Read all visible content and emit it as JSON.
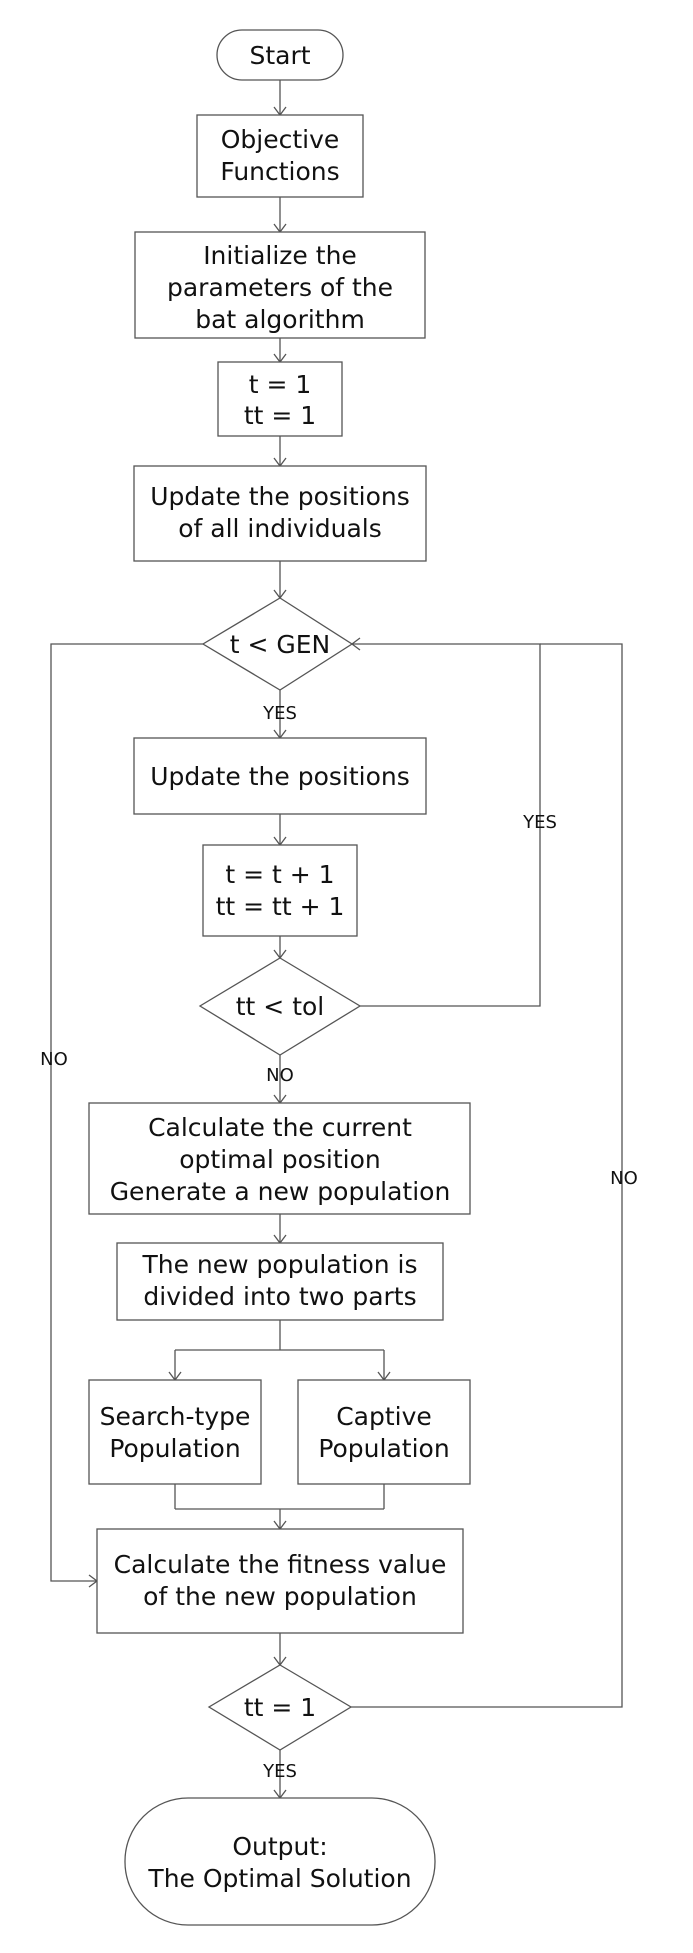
{
  "nodes": {
    "start": "Start",
    "objective_1": "Objective",
    "objective_2": "Functions",
    "init_1": "Initialize the",
    "init_2": "parameters of the",
    "init_3": "bat algorithm",
    "counter_1": "t = 1",
    "counter_2": "tt = 1",
    "update_all_1": "Update the positions",
    "update_all_2": "of all individuals",
    "cond_gen": "t < GEN",
    "update_pos": "Update the positions",
    "increment_1": "t = t + 1",
    "increment_2": "tt = tt + 1",
    "cond_tol": "tt < tol",
    "calc_1": "Calculate the current",
    "calc_2": "optimal position",
    "calc_3": "Generate a new population",
    "divide_1": "The new population is",
    "divide_2": "divided into two parts",
    "search_1": "Search-type",
    "search_2": "Population",
    "captive_1": "Captive",
    "captive_2": "Population",
    "fitness_1": "Calculate the fitness value",
    "fitness_2": "of the new population",
    "cond_tt": "tt = 1",
    "output_1": "Output:",
    "output_2": "The Optimal Solution"
  },
  "edges": {
    "gen_yes": "YES",
    "tol_yes": "YES",
    "tol_no": "NO",
    "gen_no": "NO",
    "tt_no": "NO",
    "tt_yes": "YES"
  }
}
